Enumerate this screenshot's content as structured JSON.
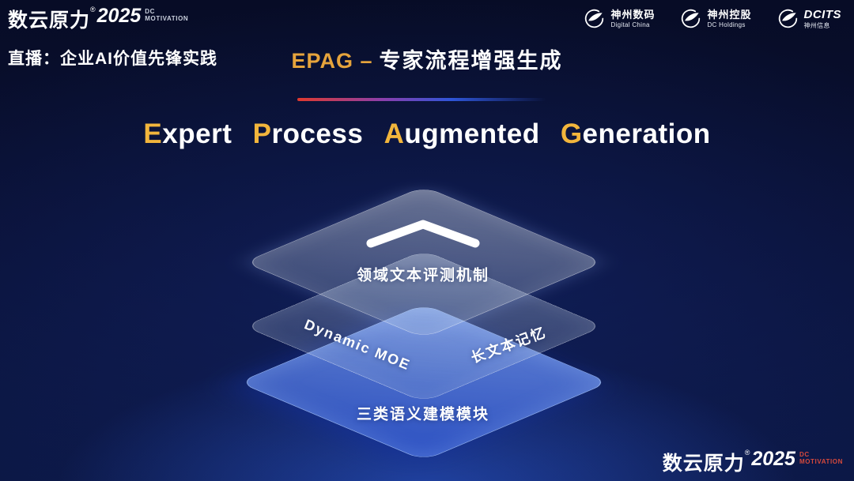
{
  "colors": {
    "accent_gold": "#e6a43c",
    "title_gold": "#f2b53c",
    "footer_red": "#d6493c",
    "layer_blue": "#4a78e8",
    "bg_dark": "#070c26"
  },
  "header": {
    "brand": {
      "name": "数云原力",
      "reg": "®",
      "year": "2025",
      "sub_line1": "DC",
      "sub_line2": "MOTIVATION"
    },
    "live_label": "直播：企业AI价值先锋实践",
    "title_accent": "EPAG –",
    "title_rest": "专家流程增强生成",
    "partners": [
      {
        "name": "神州数码",
        "sub": "Digital China"
      },
      {
        "name": "神州控股",
        "sub": "DC Holdings"
      },
      {
        "name": "DCITS",
        "sub": "神州信息"
      }
    ]
  },
  "main": {
    "title_words": [
      {
        "initial": "E",
        "rest": "xpert"
      },
      {
        "initial": "P",
        "rest": "rocess"
      },
      {
        "initial": "A",
        "rest": "ugmented"
      },
      {
        "initial": "G",
        "rest": "eneration"
      }
    ],
    "stack": {
      "top_label": "领域文本评测机制",
      "middle_left_label": "Dynamic MOE",
      "middle_right_label": "长文本记忆",
      "bottom_label": "三类语义建模模块"
    }
  },
  "footer": {
    "brand": {
      "name": "数云原力",
      "reg": "®",
      "year": "2025",
      "sub_line1": "DC",
      "sub_line2": "MOTIVATION"
    }
  }
}
